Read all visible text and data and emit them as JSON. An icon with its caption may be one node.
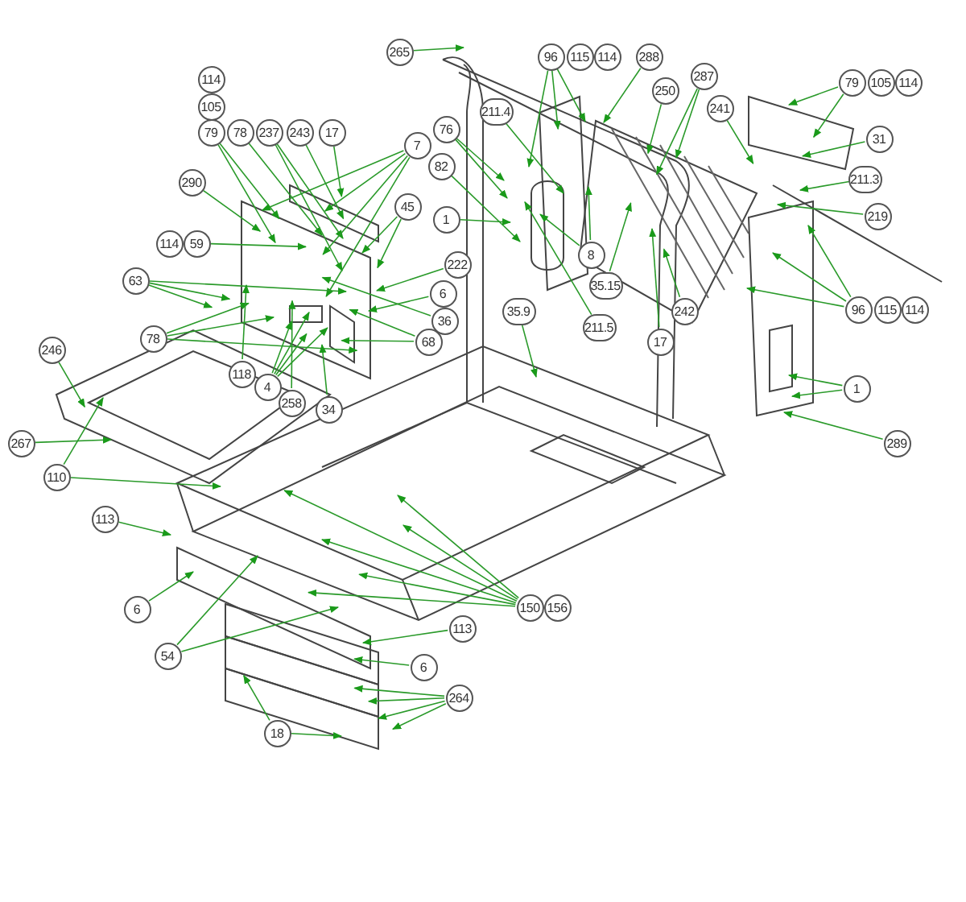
{
  "diagram": {
    "nodes": [
      {
        "text": [
          "265"
        ]
      },
      {
        "text": [
          "96"
        ]
      },
      {
        "text": [
          "115"
        ]
      },
      {
        "text": [
          "114"
        ]
      },
      {
        "text": [
          "288"
        ]
      },
      {
        "text": [
          "287"
        ]
      },
      {
        "text": [
          "114"
        ]
      },
      {
        "text": [
          "79"
        ]
      },
      {
        "text": [
          "105"
        ]
      },
      {
        "text": [
          "114"
        ]
      },
      {
        "text": [
          "250"
        ]
      },
      {
        "text": [
          "105"
        ]
      },
      {
        "text": [
          "241"
        ]
      },
      {
        "text": [
          "211.4"
        ]
      },
      {
        "text": [
          "76"
        ]
      },
      {
        "text": [
          "79"
        ]
      },
      {
        "text": [
          "78"
        ]
      },
      {
        "text": [
          "237"
        ]
      },
      {
        "text": [
          "243"
        ]
      },
      {
        "text": [
          "17"
        ]
      },
      {
        "text": [
          "31"
        ]
      },
      {
        "text": [
          "7"
        ]
      },
      {
        "text": [
          "82"
        ]
      },
      {
        "text": [
          "211.3"
        ]
      },
      {
        "text": [
          "290"
        ]
      },
      {
        "text": [
          "45"
        ]
      },
      {
        "text": [
          "219"
        ]
      },
      {
        "text": [
          "1"
        ]
      },
      {
        "text": [
          "114"
        ]
      },
      {
        "text": [
          "59"
        ]
      },
      {
        "text": [
          "8"
        ]
      },
      {
        "text": [
          "222"
        ]
      },
      {
        "text": [
          "63"
        ]
      },
      {
        "text": [
          "35.15"
        ]
      },
      {
        "text": [
          "6"
        ]
      },
      {
        "text": [
          "96"
        ]
      },
      {
        "text": [
          "115"
        ]
      },
      {
        "text": [
          "114"
        ]
      },
      {
        "text": [
          "35.9"
        ]
      },
      {
        "text": [
          "242"
        ]
      },
      {
        "text": [
          "36"
        ]
      },
      {
        "text": [
          "211.5"
        ]
      },
      {
        "text": [
          "78"
        ]
      },
      {
        "text": [
          "68"
        ]
      },
      {
        "text": [
          "17"
        ]
      },
      {
        "text": [
          "246"
        ]
      },
      {
        "text": [
          "118"
        ]
      },
      {
        "text": [
          "4"
        ]
      },
      {
        "text": [
          "1"
        ]
      },
      {
        "text": [
          "258"
        ]
      },
      {
        "text": [
          "34"
        ]
      },
      {
        "text": [
          "267"
        ]
      },
      {
        "text": [
          "289"
        ]
      },
      {
        "text": [
          "110"
        ]
      },
      {
        "text": [
          "113"
        ]
      },
      {
        "text": [
          "150"
        ]
      },
      {
        "text": [
          "156"
        ]
      },
      {
        "text": [
          "6"
        ]
      },
      {
        "text": [
          "113"
        ]
      },
      {
        "text": [
          "54"
        ]
      },
      {
        "text": [
          "6"
        ]
      },
      {
        "text": [
          "264"
        ]
      },
      {
        "text": [
          "18"
        ]
      }
    ],
    "edges": [
      {
        "from": 0,
        "to": null,
        "arrow": "to"
      },
      {
        "from": 1,
        "to": null,
        "arrow": "to"
      },
      {
        "from": 1,
        "to": null,
        "arrow": "to"
      },
      {
        "from": 1,
        "to": null,
        "arrow": "to"
      },
      {
        "from": 4,
        "to": null,
        "arrow": "to"
      },
      {
        "from": 5,
        "to": null,
        "arrow": "to"
      },
      {
        "from": 5,
        "to": null,
        "arrow": "to"
      },
      {
        "from": 7,
        "to": null,
        "arrow": "to"
      },
      {
        "from": 7,
        "to": null,
        "arrow": "to"
      },
      {
        "from": 10,
        "to": null,
        "arrow": "to"
      },
      {
        "from": 12,
        "to": null,
        "arrow": "to"
      },
      {
        "from": 13,
        "to": null,
        "arrow": "to"
      },
      {
        "from": 14,
        "to": null,
        "arrow": "to"
      },
      {
        "from": 14,
        "to": null,
        "arrow": "to"
      },
      {
        "from": 15,
        "to": null,
        "arrow": "to"
      },
      {
        "from": 15,
        "to": null,
        "arrow": "to"
      },
      {
        "from": 16,
        "to": null,
        "arrow": "to"
      },
      {
        "from": 17,
        "to": null,
        "arrow": "to"
      },
      {
        "from": 17,
        "to": null,
        "arrow": "to"
      },
      {
        "from": 18,
        "to": null,
        "arrow": "to"
      },
      {
        "from": 19,
        "to": null,
        "arrow": "to"
      },
      {
        "from": 20,
        "to": null,
        "arrow": "to"
      },
      {
        "from": 21,
        "to": null,
        "arrow": "to"
      },
      {
        "from": 21,
        "to": null,
        "arrow": "to"
      },
      {
        "from": 21,
        "to": null,
        "arrow": "to"
      },
      {
        "from": 21,
        "to": null,
        "arrow": "to"
      },
      {
        "from": 22,
        "to": null,
        "arrow": "to"
      },
      {
        "from": 23,
        "to": null,
        "arrow": "to"
      },
      {
        "from": 24,
        "to": null,
        "arrow": "to"
      },
      {
        "from": 25,
        "to": null,
        "arrow": "to"
      },
      {
        "from": 25,
        "to": null,
        "arrow": "to"
      },
      {
        "from": 26,
        "to": null,
        "arrow": "to"
      },
      {
        "from": 27,
        "to": null,
        "arrow": "to"
      },
      {
        "from": 29,
        "to": null,
        "arrow": "to"
      },
      {
        "from": 30,
        "to": null,
        "arrow": "to"
      },
      {
        "from": 30,
        "to": null,
        "arrow": "to"
      },
      {
        "from": 31,
        "to": null,
        "arrow": "to"
      },
      {
        "from": 32,
        "to": null,
        "arrow": "to"
      },
      {
        "from": 32,
        "to": null,
        "arrow": "to"
      },
      {
        "from": 32,
        "to": null,
        "arrow": "to"
      },
      {
        "from": 33,
        "to": null,
        "arrow": "to"
      },
      {
        "from": 34,
        "to": null,
        "arrow": "to"
      },
      {
        "from": 35,
        "to": null,
        "arrow": "to"
      },
      {
        "from": 35,
        "to": null,
        "arrow": "to"
      },
      {
        "from": 35,
        "to": null,
        "arrow": "to"
      },
      {
        "from": 38,
        "to": null,
        "arrow": "to"
      },
      {
        "from": 39,
        "to": null,
        "arrow": "to"
      },
      {
        "from": 40,
        "to": null,
        "arrow": "to"
      },
      {
        "from": 41,
        "to": null,
        "arrow": "to"
      },
      {
        "from": 42,
        "to": null,
        "arrow": "to"
      },
      {
        "from": 42,
        "to": null,
        "arrow": "to"
      },
      {
        "from": 42,
        "to": null,
        "arrow": "to"
      },
      {
        "from": 43,
        "to": null,
        "arrow": "to"
      },
      {
        "from": 43,
        "to": null,
        "arrow": "to"
      },
      {
        "from": 44,
        "to": null,
        "arrow": "to"
      },
      {
        "from": 45,
        "to": null,
        "arrow": "to"
      },
      {
        "from": 46,
        "to": null,
        "arrow": "to"
      },
      {
        "from": 47,
        "to": null,
        "arrow": "to"
      },
      {
        "from": 47,
        "to": null,
        "arrow": "to"
      },
      {
        "from": 47,
        "to": null,
        "arrow": "to"
      },
      {
        "from": 47,
        "to": null,
        "arrow": "to"
      },
      {
        "from": 48,
        "to": null,
        "arrow": "to"
      },
      {
        "from": 48,
        "to": null,
        "arrow": "to"
      },
      {
        "from": 49,
        "to": null,
        "arrow": "to"
      },
      {
        "from": 50,
        "to": null,
        "arrow": "to"
      },
      {
        "from": 51,
        "to": null,
        "arrow": "to"
      },
      {
        "from": 52,
        "to": null,
        "arrow": "to"
      },
      {
        "from": 53,
        "to": null,
        "arrow": "to"
      },
      {
        "from": 53,
        "to": null,
        "arrow": "to"
      },
      {
        "from": 54,
        "to": null,
        "arrow": "to"
      },
      {
        "from": 55,
        "to": null,
        "arrow": "to"
      },
      {
        "from": 55,
        "to": null,
        "arrow": "to"
      },
      {
        "from": 55,
        "to": null,
        "arrow": "to"
      },
      {
        "from": 55,
        "to": null,
        "arrow": "to"
      },
      {
        "from": 55,
        "to": null,
        "arrow": "to"
      },
      {
        "from": 55,
        "to": null,
        "arrow": "to"
      },
      {
        "from": 57,
        "to": null,
        "arrow": "to"
      },
      {
        "from": 58,
        "to": null,
        "arrow": "to"
      },
      {
        "from": 59,
        "to": null,
        "arrow": "to"
      },
      {
        "from": 59,
        "to": null,
        "arrow": "to"
      },
      {
        "from": 60,
        "to": null,
        "arrow": "to"
      },
      {
        "from": 61,
        "to": null,
        "arrow": "to"
      },
      {
        "from": 61,
        "to": null,
        "arrow": "to"
      },
      {
        "from": 61,
        "to": null,
        "arrow": "to"
      },
      {
        "from": 61,
        "to": null,
        "arrow": "to"
      },
      {
        "from": 62,
        "to": null,
        "arrow": "to"
      },
      {
        "from": 62,
        "to": null,
        "arrow": "to"
      }
    ]
  }
}
